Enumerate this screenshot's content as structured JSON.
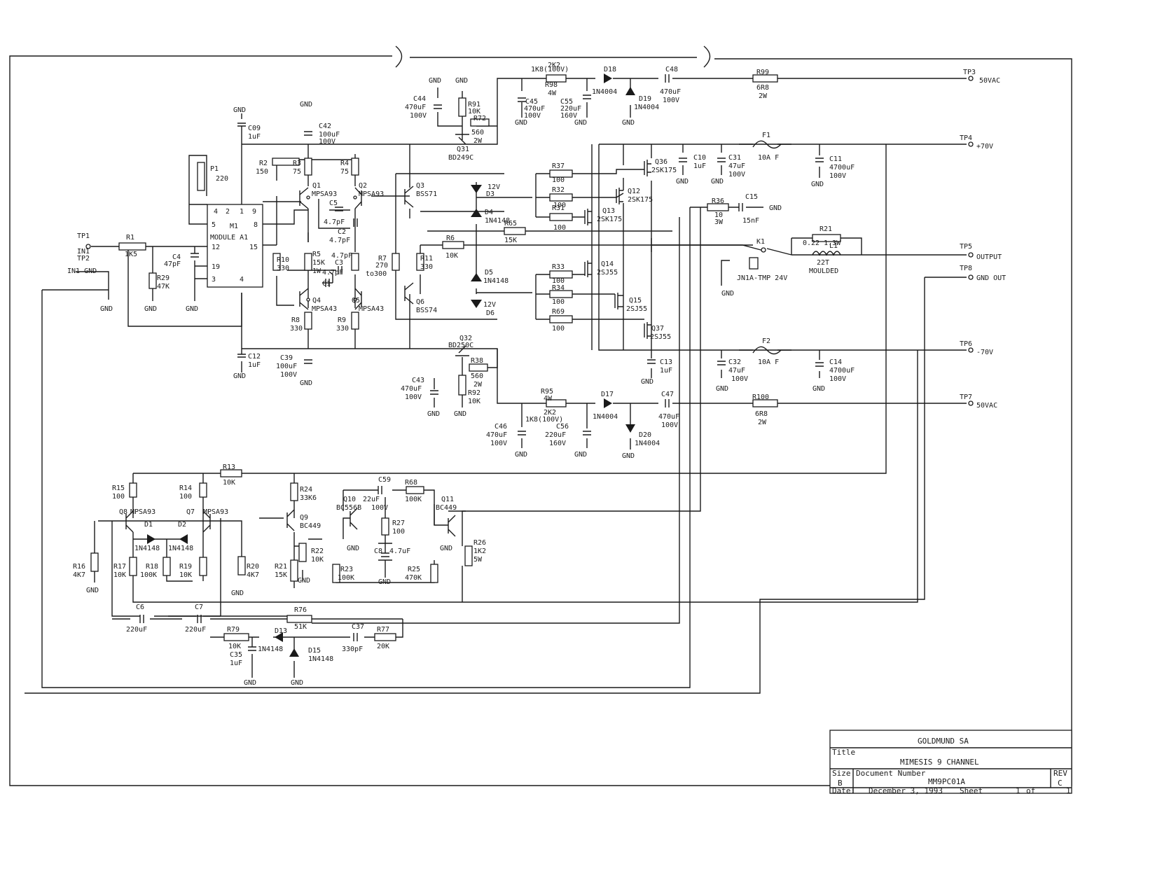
{
  "test_points": {
    "tp1": "TP1",
    "in1": "IN1",
    "tp2": "TP2",
    "in1_gnd": "IN1 GND",
    "tp3": "TP3",
    "tp3_net": "50VAC",
    "tp4": "TP4",
    "tp4_net": "+70V",
    "tp5": "TP5",
    "tp5_net": "OUTPUT",
    "tp8": "TP8",
    "tp8_net": "GND OUT",
    "tp6": "TP6",
    "tp6_net": "-70V",
    "tp7": "TP7",
    "tp7_net": "50VAC"
  },
  "gnd_label": "GND",
  "input_stage": {
    "r1": "R1",
    "r1_val": "1K5",
    "c4": "C4",
    "c4_val": "47pF",
    "r29": "R29",
    "r29_val": "47K",
    "p1": "P1",
    "p1_val": "220",
    "module_name": "MODULE A1",
    "module_ref": "M1",
    "pins": [
      "4",
      "2",
      "1",
      "9",
      "5",
      "8",
      "12",
      "15",
      "19",
      "3",
      "4"
    ],
    "c09": "C09",
    "c09_val": "1uF",
    "c12": "C12",
    "c12_val": "1uF",
    "r2": "R2",
    "r2_val": "150",
    "r3": "R3",
    "r3_val": "75",
    "r4": "R4",
    "r4_val": "75",
    "c42": "C42",
    "c42_val1": "100uF",
    "c42_val2": "100V",
    "c39": "C39",
    "c39_val1": "100uF",
    "c39_val2": "100V",
    "q1": "Q1",
    "q1_type": "MPSA93",
    "q2": "Q2",
    "q2_type": "MPSA93",
    "q4": "Q4",
    "q4_type": "MPSA43",
    "q5": "Q5",
    "q5_type": "MPSA43",
    "c5": "C5",
    "c5_val": "4.7pF",
    "c2": "C2",
    "c2_val": "4.7pF",
    "c3": "C3",
    "c3_val1": "4.7pF",
    "c3_val2": "4.7pF",
    "c1": "C1",
    "r10": "R10",
    "r10_val": "330",
    "r5": "R5",
    "r5_val": "15K",
    "r5_w": "1W",
    "r8": "R8",
    "r8_val": "330",
    "r9": "R9",
    "r9_val": "330",
    "r7": "R7",
    "r7_val": "270",
    "r7_note": "to300"
  },
  "driver_stage": {
    "q3": "Q3",
    "q3_type": "BSS71",
    "q6": "Q6",
    "q6_type": "BSS74",
    "r11": "R11",
    "r11_val": "330",
    "d3": "D3",
    "d3_val": "12V",
    "d4": "D4",
    "d4_val": "1N4148",
    "d5": "D5",
    "d5_val": "1N4148",
    "d6": "D6",
    "d6_val": "12V",
    "r6": "R6",
    "r6_val": "10K",
    "r65": "R65",
    "r65_val": "15K"
  },
  "upper_supply": {
    "c44": "C44",
    "c44_val1": "470uF",
    "c44_val2": "100V",
    "r91": "R91",
    "r91_val": "10K",
    "r72": "R72",
    "r72_val1": "560",
    "r72_val2": "2W",
    "q31": "Q31",
    "q31_type": "BD249C",
    "r98_note": "1K8(100V)",
    "r98": "R98",
    "r98_val": "4W",
    "r98_alt": "2K2",
    "c45": "C45",
    "c45_val1": "470uF",
    "c45_val2": "100V",
    "c55": "C55",
    "c55_val1": "220uF",
    "c55_val2": "160V",
    "d18": "D18",
    "d18_val": "1N4004",
    "d19": "D19",
    "d19_val": "1N4004",
    "c48": "C48",
    "c48_val1": "470uF",
    "c48_val2": "100V",
    "r99": "R99",
    "r99_val1": "6R8",
    "r99_val2": "2W"
  },
  "output_stage": {
    "r37": "R37",
    "r37_val": "100",
    "r32": "R32",
    "r32_val": "100",
    "r31": "R31",
    "r31_val": "100",
    "r33": "R33",
    "r33_val": "100",
    "r34": "R34",
    "r34_val": "100",
    "r69": "R69",
    "r69_val": "100",
    "q36": "Q36",
    "q36_type": "2SK175",
    "q12": "Q12",
    "q12_type": "2SK175",
    "q13": "Q13",
    "q13_type": "2SK175",
    "q14": "Q14",
    "q14_type": "2SJ55",
    "q15": "Q15",
    "q15_type": "2SJ55",
    "q37": "Q37",
    "q37_type": "2SJ55",
    "c10": "C10",
    "c10_val": "1uF",
    "c31": "C31",
    "c31_val1": "47uF",
    "c31_val2": "100V",
    "f1": "F1",
    "f1_val": "10A F",
    "c11": "C11",
    "c11_val1": "4700uF",
    "c11_val2": "100V",
    "r36": "R36",
    "r36_val1": "10",
    "r36_val2": "3W",
    "c15": "C15",
    "c15_val": "15nF",
    "r21": "R21",
    "r21_val": "0.22 1.3W",
    "l1": "L1",
    "l1_val1": "22T",
    "l1_val2": "MOULDED",
    "k1": "K1",
    "relay": "JN1A-TMP 24V",
    "c13": "C13",
    "c13_val": "1uF",
    "c32": "C32",
    "c32_val1": "47uF",
    "c32_val2": "100V",
    "f2": "F2",
    "f2_val": "10A F",
    "c14": "C14",
    "c14_val1": "4700uF",
    "c14_val2": "100V"
  },
  "lower_supply": {
    "q32": "Q32",
    "q32_type": "BD250C",
    "r38": "R38",
    "r38_val1": "560",
    "r38_val2": "2W",
    "c43": "C43",
    "c43_val1": "470uF",
    "c43_val2": "100V",
    "r92": "R92",
    "r92_val": "10K",
    "r95": "R95",
    "r95_val": "4W",
    "r95_alt": "2K2",
    "r95_note": "1K8(100V)",
    "c46": "C46",
    "c46_val1": "470uF",
    "c46_val2": "100V",
    "c56": "C56",
    "c56_val1": "220uF",
    "c56_val2": "160V",
    "d17": "D17",
    "d17_val": "1N4004",
    "d20": "D20",
    "d20_val": "1N4004",
    "c47": "C47",
    "c47_val1": "470uF",
    "c47_val2": "100V",
    "r100": "R100",
    "r100_val1": "6R8",
    "r100_val2": "2W"
  },
  "protection": {
    "r13": "R13",
    "r13_val": "10K",
    "r15": "R15",
    "r15_val": "100",
    "r14": "R14",
    "r14_val": "100",
    "q8": "Q8",
    "q8_type": "MPSA93",
    "q7": "Q7",
    "q7_type": "MPSA93",
    "d1": "D1",
    "d1_val": "1N4148",
    "d2": "D2",
    "d2_val": "1N4148",
    "r16": "R16",
    "r16_val": "4K7",
    "r17": "R17",
    "r17_val": "10K",
    "r18": "R18",
    "r18_val": "100K",
    "r19": "R19",
    "r19_val": "10K",
    "r20": "R20",
    "r20_val": "4K7",
    "r24": "R24",
    "r24_val": "33K6",
    "q9": "Q9",
    "q9_type": "BC449",
    "r22": "R22",
    "r22_val": "10K",
    "r21": "R21",
    "r21_val": "15K",
    "c59": "C59",
    "c59_val1": "22uF",
    "c59_val2": "100V",
    "r68": "R68",
    "r68_val": "100K",
    "q10": "Q10",
    "q10_type": "BC556B",
    "r27": "R27",
    "r27_val": "100",
    "c8": "C8",
    "c8_val": "4.7uF",
    "r23": "R23",
    "r23_val": "100K",
    "r25": "R25",
    "r25_val": "470K",
    "q11": "Q11",
    "q11_type": "BC449",
    "r26": "R26",
    "r26_val1": "1K2",
    "r26_val2": "5W",
    "c6": "C6",
    "c6_val": "220uF",
    "c7": "C7",
    "c7_val": "220uF",
    "r76": "R76",
    "r76_val": "51K",
    "r79": "R79",
    "r79_val": "10K",
    "c35": "C35",
    "c35_val": "1uF",
    "d13": "D13",
    "d13_val": "1N4148",
    "d15": "D15",
    "d15_val": "1N4148",
    "c37": "C37",
    "c37_val": "330pF",
    "r77": "R77",
    "r77_val": "20K"
  },
  "title_block": {
    "company": "GOLDMUND SA",
    "title_label": "Title",
    "title": "MIMESIS 9 CHANNEL",
    "size_label": "Size",
    "size": "B",
    "docnum_label": "Document Number",
    "docnum": "MM9PC01A",
    "rev_label": "REV",
    "rev": "C",
    "date_label": "Date:",
    "date": "December  3, 1993",
    "sheet_label": "Sheet",
    "sheet": "1",
    "of_label": "of",
    "of": "1"
  }
}
